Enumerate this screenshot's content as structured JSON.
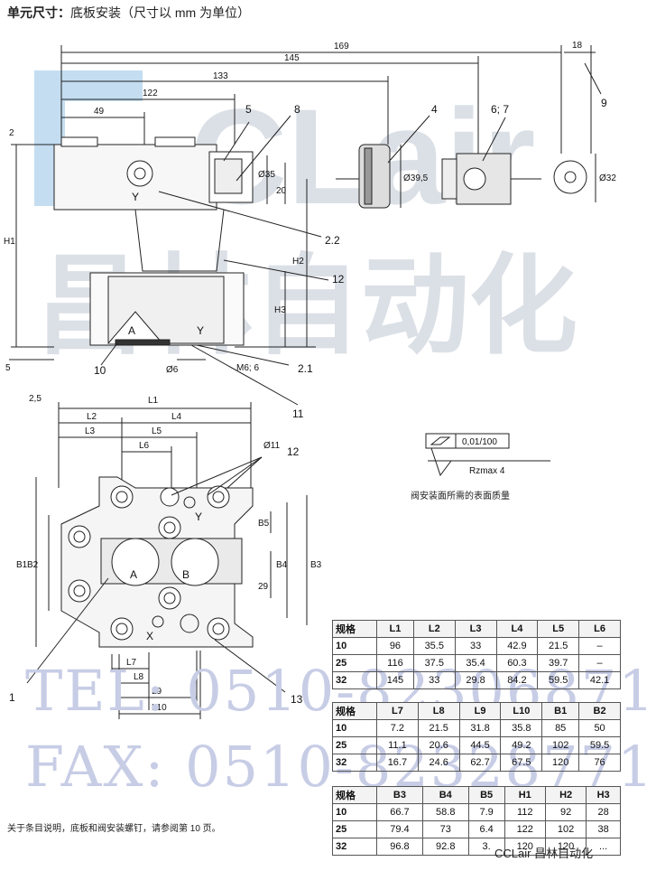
{
  "header": {
    "title_bold": "单元尺寸：",
    "title_rest": "底板安装（尺寸以 mm 为单位）"
  },
  "top_view": {
    "dims": [
      "169",
      "145",
      "133",
      "122",
      "49",
      "18",
      "2",
      "5",
      "H1",
      "H2",
      "H3",
      "Ø35",
      "20",
      "Ø39,5",
      "Ø32",
      "Ø6",
      "M6; 6"
    ],
    "callouts": [
      "5",
      "8",
      "4",
      "6; 7",
      "9",
      "2.2",
      "12",
      "10",
      "2.1",
      "11"
    ],
    "port_labels": [
      "A",
      "Y"
    ]
  },
  "plan_view": {
    "dims": [
      "2,5",
      "L1",
      "L2",
      "L4",
      "L3",
      "L5",
      "L6",
      "Ø11",
      "B5",
      "29",
      "B1",
      "B2",
      "B3",
      "B4",
      "L7",
      "L8",
      "L9",
      "L10"
    ],
    "callouts": [
      "12",
      "1",
      "13"
    ],
    "port_labels": [
      "A",
      "B",
      "X",
      "Y"
    ]
  },
  "surface": {
    "flatness": "0,01/100",
    "roughness": "Rzmax  4",
    "note": "阀安装面所需的表面质量"
  },
  "tables": [
    {
      "headers": [
        "规格",
        "L1",
        "L2",
        "L3",
        "L4",
        "L5",
        "L6"
      ],
      "rows": [
        [
          "10",
          "96",
          "35.5",
          "33",
          "42.9",
          "21.5",
          "–"
        ],
        [
          "25",
          "116",
          "37.5",
          "35.4",
          "60.3",
          "39.7",
          "–"
        ],
        [
          "32",
          "145",
          "33",
          "29.8",
          "84.2",
          "59.5",
          "42.1"
        ]
      ]
    },
    {
      "headers": [
        "规格",
        "L7",
        "L8",
        "L9",
        "L10",
        "B1",
        "B2"
      ],
      "rows": [
        [
          "10",
          "7.2",
          "21.5",
          "31.8",
          "35.8",
          "85",
          "50"
        ],
        [
          "25",
          "11.1",
          "20.6",
          "44.5",
          "49.2",
          "102",
          "59.5"
        ],
        [
          "32",
          "16.7",
          "24.6",
          "62.7",
          "67.5",
          "120",
          "76"
        ]
      ]
    },
    {
      "headers": [
        "规格",
        "B3",
        "B4",
        "B5",
        "H1",
        "H2",
        "H3"
      ],
      "rows": [
        [
          "10",
          "66.7",
          "58.8",
          "7.9",
          "112",
          "92",
          "28"
        ],
        [
          "25",
          "79.4",
          "73",
          "6.4",
          "122",
          "102",
          "38"
        ],
        [
          "32",
          "96.8",
          "92.8",
          "3.",
          "120",
          "120",
          "..."
        ]
      ]
    }
  ],
  "footnote": "关于条目说明，底板和阀安装螺钉，请参阅第 10 页。",
  "watermark": {
    "tel": "TEL: 0510-82306871",
    "fax": "FAX: 0510-82328771",
    "logo": "CCLair",
    "logo_cn": "昌林自动化"
  },
  "brand": "CCLair 昌林自动化"
}
